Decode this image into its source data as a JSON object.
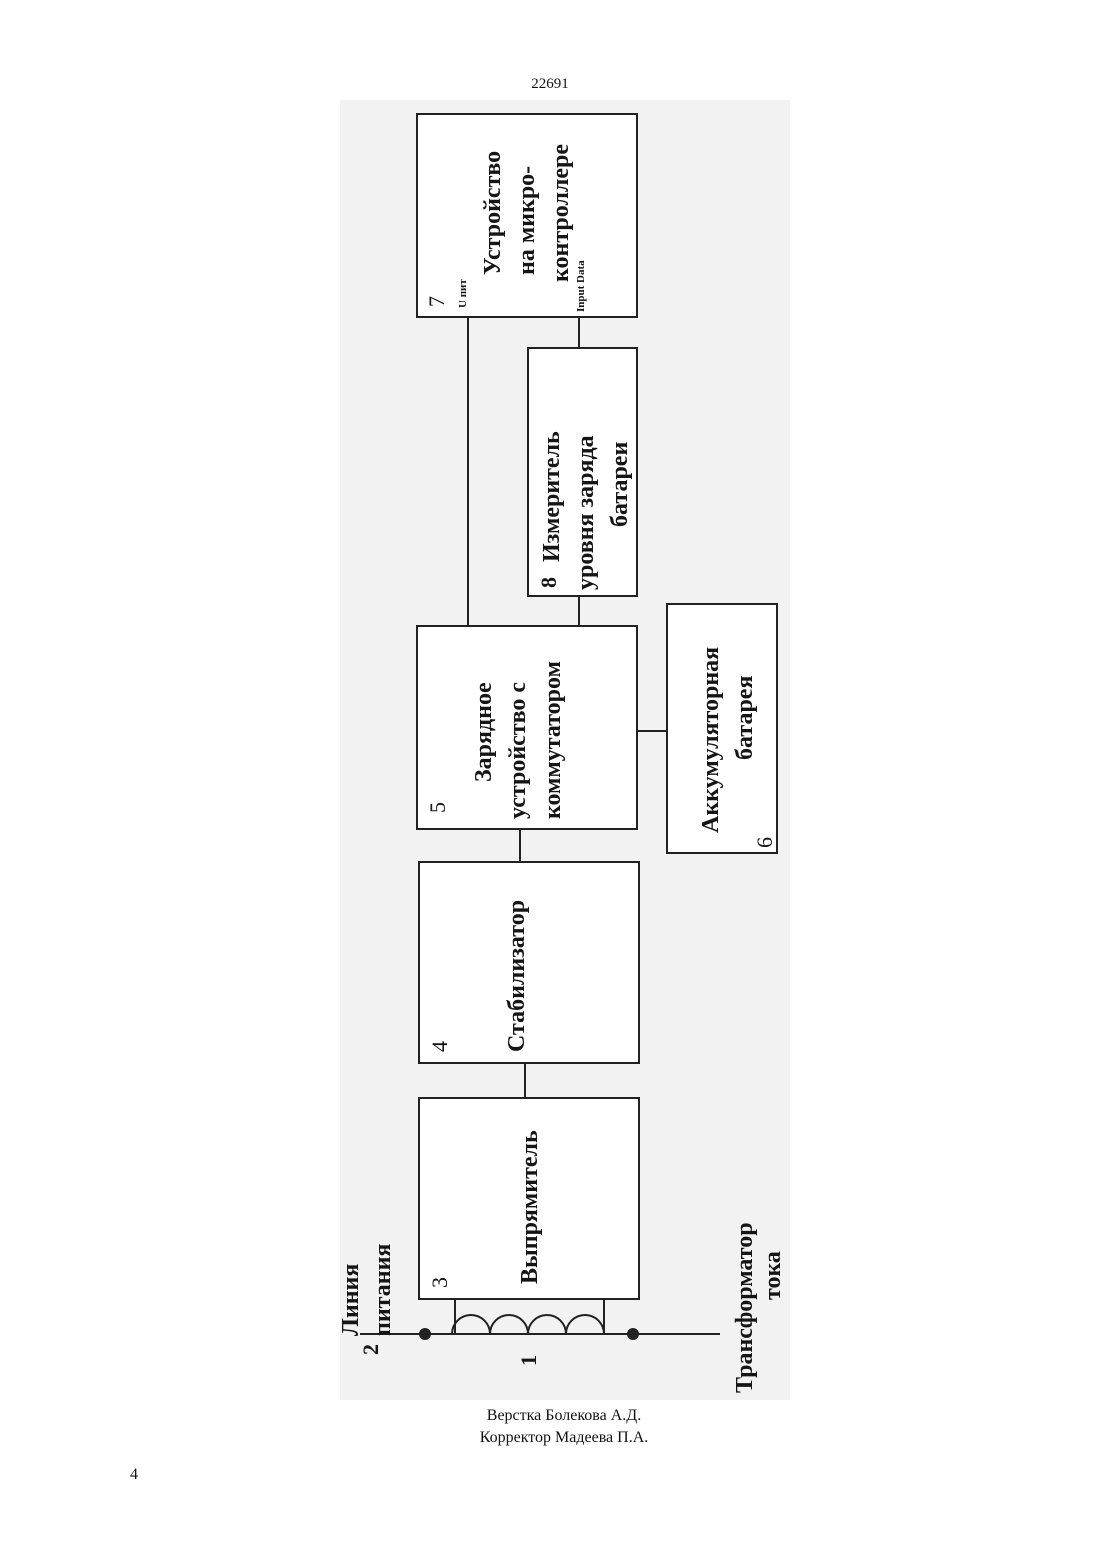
{
  "header": {
    "patent_number": "22691"
  },
  "page_number": "4",
  "diagram": {
    "blocks": [
      {
        "num": "3",
        "lines": [
          "Выпрямитель"
        ]
      },
      {
        "num": "4",
        "lines": [
          "Стабилизатор"
        ]
      },
      {
        "num": "5",
        "lines": [
          "Зарядное",
          "устройство с",
          "коммутатором"
        ]
      },
      {
        "num": "6",
        "lines": [
          "Аккумуляторная",
          "батарея"
        ]
      },
      {
        "num": "8",
        "lines": [
          "Измеритель",
          "уровня заряда",
          "батареи"
        ]
      },
      {
        "num": "7",
        "lines": [
          "Устройство",
          "на микро-",
          "контроллере"
        ],
        "port_power": "U пит",
        "port_data": "Input Data"
      }
    ],
    "transformer_num": "1",
    "line_num": "2",
    "line_label": [
      "Линия",
      "питания"
    ],
    "transformer_label": [
      "Трансформатор",
      "тока"
    ]
  },
  "footer": {
    "layout": "Верстка Болекова А.Д.",
    "corrector": "Корректор Мадеева П.А."
  }
}
